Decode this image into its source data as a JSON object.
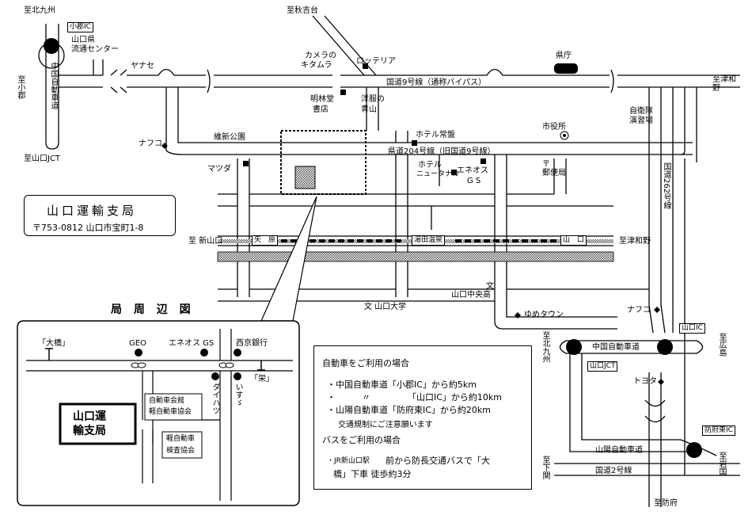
{
  "office": {
    "name": "山口運輸支局",
    "address": "〒753-0812 山口市宝町1-8"
  },
  "inset": {
    "title": "局 周 辺 図",
    "office_name_1": "山口運",
    "office_name_2": "輸支局",
    "labels": {
      "ohashi": "「大橋」",
      "geo": "GEO",
      "eneos": "エネオス GS",
      "saikyo": "西京銀行",
      "jidoshakaikan": "自動車会館",
      "keijidosha_kyokai": "軽自動車協会",
      "keijidosha_1": "軽自動車",
      "kensa_kyokai": "検査協会",
      "daihatsu": "ダイハツ",
      "isuzu": "いすゞ",
      "sakae": "「栄」"
    }
  },
  "map_labels": {
    "shi_kitakyushu": "至北九州",
    "kogori_ic": "小郡IC",
    "ryutsu_1": "山口県",
    "ryutsu_2": "流通センター",
    "chugoku_expwy_v": "中国自動車道",
    "shi_ogori": "至小郡",
    "yanase": "ヤナセ",
    "shi_yamaguchi_jct": "至山口JCT",
    "nafco1": "ナフコ",
    "ishin_koen": "維新公園",
    "mazda": "マツダ",
    "shi_akiyoshidai": "至秋吉台",
    "camera_kitamura_1": "カメラの",
    "camera_kitamura_2": "キタムラ",
    "lotteria": "ロッテリア",
    "meirindo_1": "明林堂",
    "meirindo_2": "書店",
    "aoyama_1": "洋服の",
    "aoyama_2": "青山",
    "kencho": "県庁",
    "route9": "国道9号線（通称バイパス）",
    "shi_tsuwano_1": "至津和野",
    "jieitai_1": "自衛隊",
    "jieitai_2": "演習場",
    "shiyakusho": "市役所",
    "hotel_tokiwa": "ホテル常盤",
    "pref204": "県道204号線（旧国道9号線）",
    "hotel_newtanaka_1": "ホテル",
    "hotel_newtanaka_2": "ニュータナカ",
    "eneos_gs_1": "エネオス",
    "eneos_gs_2": "G S",
    "post_1": "〒",
    "post_2": "郵便局",
    "route262": "国道262号線",
    "shi_shinyamaguchi": "至 新山口",
    "yabara": "矢　原",
    "yudaonsen": "湯田温泉",
    "yamaguchi_st": "山　口",
    "shi_tsuwano_2": "至津和野",
    "yamaguchi_univ": "文 山口大学",
    "chuo_hs_1": "文",
    "chuo_hs_2": "山口中央高",
    "yume_town": "ゆめタウン",
    "nafco2": "ナフコ",
    "yamaguchi_ic": "山口IC",
    "shi_kitakyushu2": "至北九州",
    "chugoku_expwy_h": "中国自動車道",
    "yamaguchi_jct": "山口JCT",
    "shi_hiroshima": "至広島",
    "toyota": "トヨタ",
    "hofu_ic": "防府東IC",
    "sanyo_expwy": "山陽自動車道",
    "shi_shimonoseki": "至下関",
    "route2": "国道2号線",
    "shi_iwakuni": "至岩国",
    "shi_hofu": "至防府"
  },
  "info": {
    "car_heading": "自動車をご利用の場合",
    "car_line1": "・中国自動車道「小郡IC」から約5km",
    "car_line2_a": "・　　　〃",
    "car_line2_b": "「山口IC」から約10km",
    "car_line3": "・山陽自動車道「防府東IC」から約20km",
    "car_note": "交通規制にご注意願います",
    "bus_heading": "バスをご利用の場合",
    "bus_line1_a": "・JR新山口駅",
    "bus_line1_b": "前から防長交通バスで「大",
    "bus_line2": "橋」下車  徒歩約3分"
  }
}
